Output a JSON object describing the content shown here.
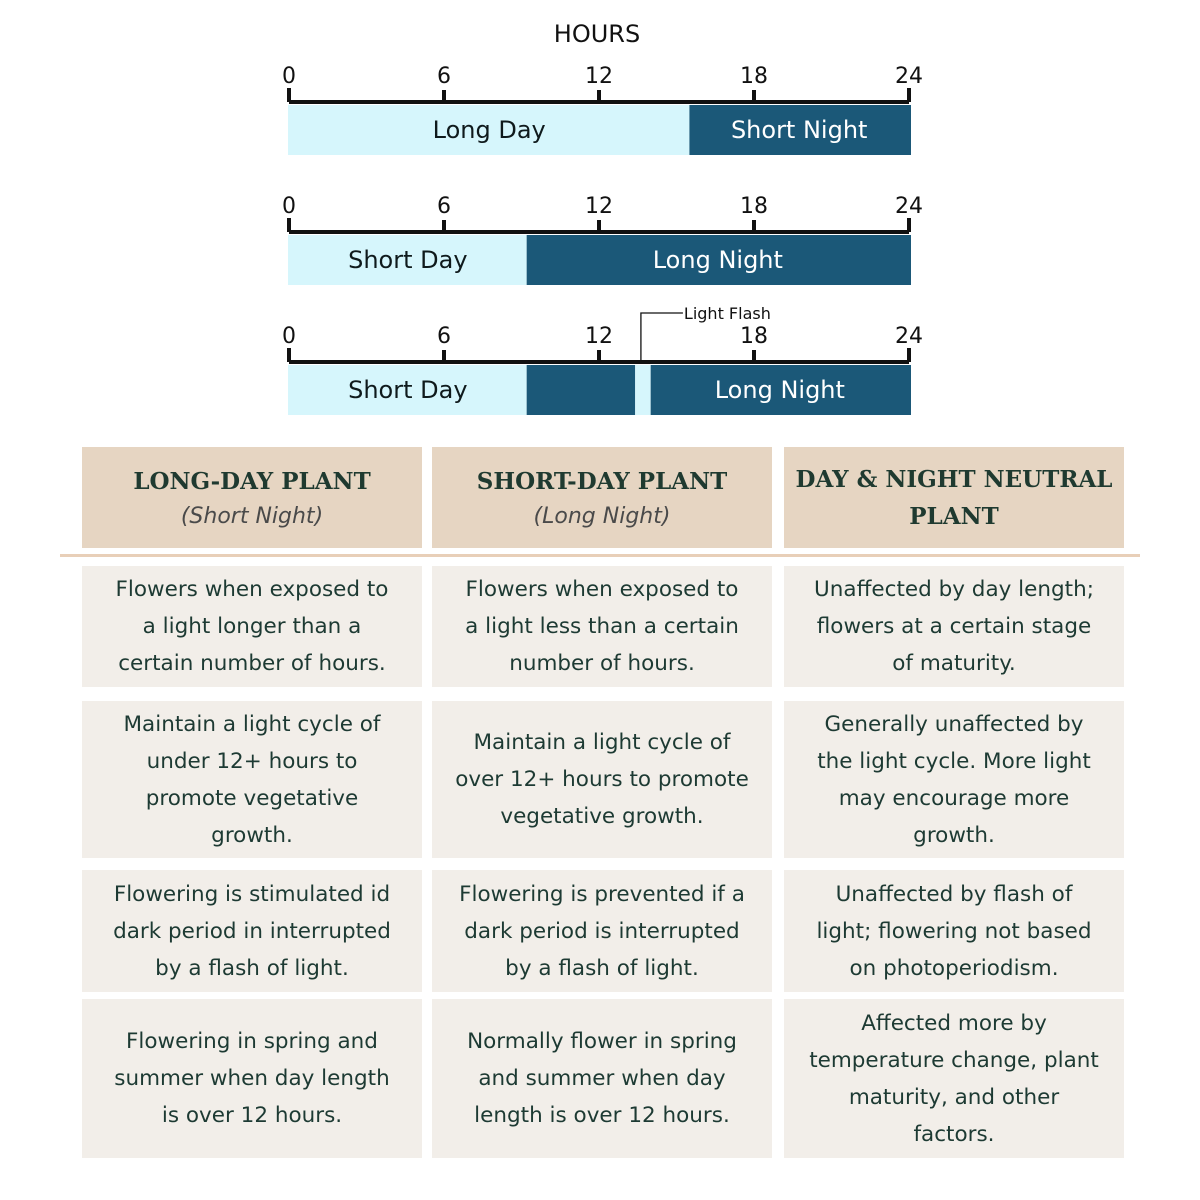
{
  "timeline": {
    "axis_title": "HOURS",
    "ticks": [
      "0",
      "6",
      "12",
      "18",
      "24"
    ],
    "day_color": "#d6f6fc",
    "night_color": "#1b5878",
    "rows": [
      {
        "segments": [
          {
            "kind": "day",
            "start": 0,
            "end": 15.5,
            "label": "Long Day"
          },
          {
            "kind": "night",
            "start": 15.5,
            "end": 24,
            "label": "Short Night"
          }
        ]
      },
      {
        "segments": [
          {
            "kind": "day",
            "start": 0,
            "end": 9.2,
            "label": "Short Day"
          },
          {
            "kind": "night",
            "start": 9.2,
            "end": 24,
            "label": "Long Night"
          }
        ]
      },
      {
        "segments": [
          {
            "kind": "day",
            "start": 0,
            "end": 9.2,
            "label": "Short Day"
          },
          {
            "kind": "night",
            "start": 9.2,
            "end": 13.4,
            "label": ""
          },
          {
            "kind": "day",
            "start": 13.4,
            "end": 14.0,
            "label": ""
          },
          {
            "kind": "night",
            "start": 14.0,
            "end": 24,
            "label": "Long Night"
          }
        ],
        "flash": {
          "label": "Light Flash",
          "hour": 13.7
        }
      }
    ]
  },
  "table": {
    "headers": [
      {
        "title_lines": [
          "LONG-DAY PLANT"
        ],
        "subtitle": "(Short Night)"
      },
      {
        "title_lines": [
          "SHORT-DAY PLANT"
        ],
        "subtitle": "(Long Night)"
      },
      {
        "title_lines": [
          "DAY & NIGHT NEUTRAL",
          "PLANT"
        ],
        "subtitle": ""
      }
    ],
    "rows": [
      [
        [
          "Flowers when exposed to",
          "a light longer than a",
          "certain number of hours."
        ],
        [
          "Flowers when exposed to",
          "a light less than a certain",
          "number of hours."
        ],
        [
          "Unaffected by day length;",
          "flowers at a certain stage",
          "of maturity."
        ]
      ],
      [
        [
          "Maintain a light cycle of",
          "under 12+ hours to",
          "promote vegetative",
          "growth."
        ],
        [
          "Maintain a light cycle of",
          "over 12+ hours to promote",
          "vegetative growth."
        ],
        [
          "Generally unaffected by",
          "the light cycle. More light",
          "may encourage more",
          "growth."
        ]
      ],
      [
        [
          "Flowering is stimulated id",
          "dark period in interrupted",
          "by a flash of light."
        ],
        [
          "Flowering is prevented if a",
          "dark period is interrupted",
          "by a flash of light."
        ],
        [
          "Unaffected by flash of",
          "light; flowering not based",
          "on photoperiodism."
        ]
      ],
      [
        [
          "Flowering in spring and",
          "summer when day length",
          "is over 12 hours."
        ],
        [
          "Normally flower in spring",
          "and summer when day",
          "length is over 12 hours."
        ],
        [
          "Affected more by",
          "temperature change, plant",
          "maturity, and other",
          "factors."
        ]
      ]
    ]
  }
}
